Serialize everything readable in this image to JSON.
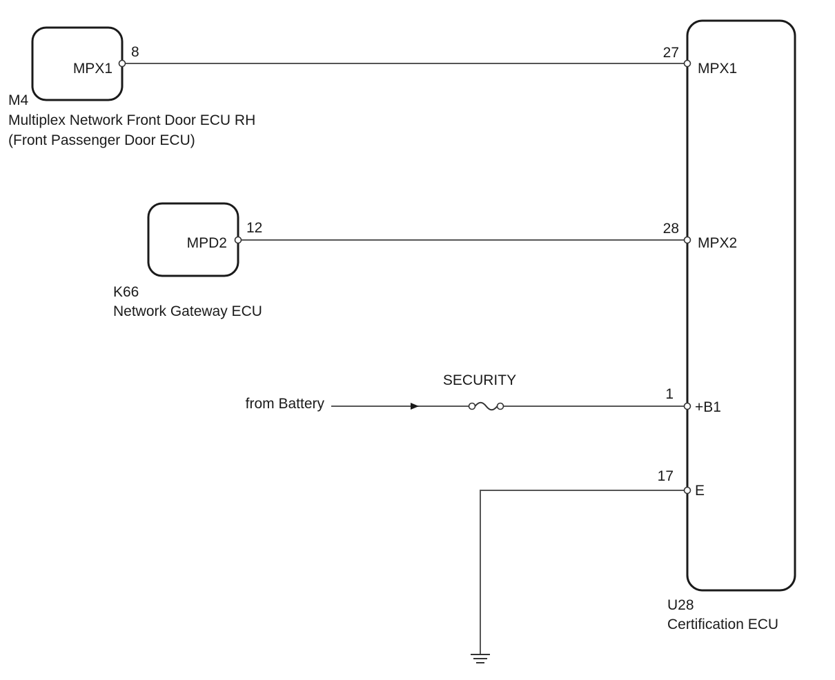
{
  "components": {
    "m4": {
      "code": "M4",
      "name": "Multiplex Network Front Door ECU RH",
      "subname": "(Front Passenger Door ECU)",
      "terminal": {
        "pin": "8",
        "signal": "MPX1"
      }
    },
    "k66": {
      "code": "K66",
      "name": "Network Gateway ECU",
      "terminal": {
        "pin": "12",
        "signal": "MPD2"
      }
    },
    "u28": {
      "code": "U28",
      "name": "Certification ECU",
      "terminals": [
        {
          "pin": "27",
          "signal": "MPX1"
        },
        {
          "pin": "28",
          "signal": "MPX2"
        },
        {
          "pin": "1",
          "signal": "+B1"
        },
        {
          "pin": "17",
          "signal": "E"
        }
      ]
    }
  },
  "supply": {
    "source_label": "from Battery",
    "fuse_label": "SECURITY"
  },
  "icons": [
    "fuse-icon",
    "arrow-icon",
    "ground-icon"
  ]
}
